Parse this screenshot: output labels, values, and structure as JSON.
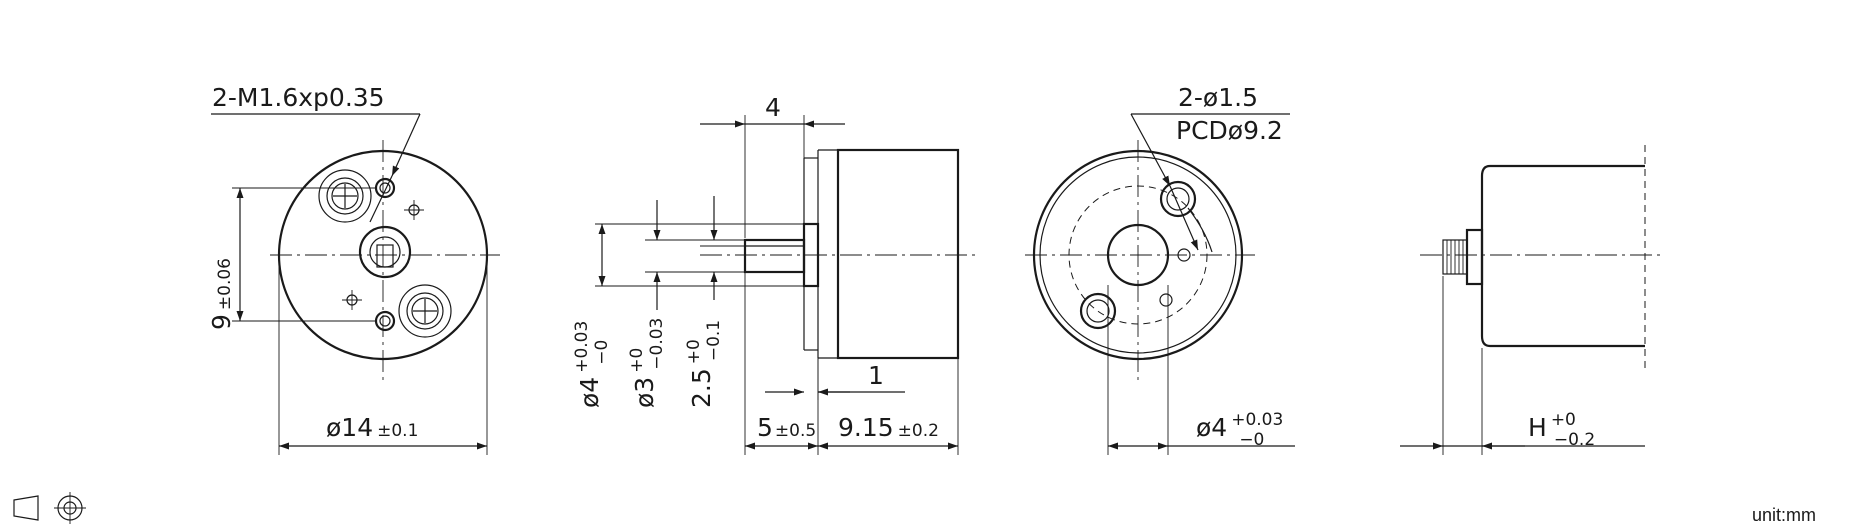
{
  "views": {
    "front": {
      "thread_callout": "2-M1.6xp0.35",
      "height_value": "9",
      "height_tol": "±0.06",
      "diameter_value": "ø14",
      "diameter_tol": "±0.1"
    },
    "side": {
      "top_dim": "4",
      "shaft_offset": "1",
      "d1_value": "ø4",
      "d1_tol_upper": "+0.03",
      "d1_tol_lower": "−0",
      "d2_value": "ø3",
      "d2_tol_upper": "+0",
      "d2_tol_lower": "−0.03",
      "d3_value": "2.5",
      "d3_tol_upper": "+0",
      "d3_tol_lower": "−0.1",
      "len1_value": "5",
      "len1_tol": "±0.5",
      "len2_value": "9.15",
      "len2_tol": "±0.2"
    },
    "rear": {
      "holes_callout": "2-ø1.5",
      "pcd_callout": "PCDø9.2",
      "diameter_value": "ø4",
      "diameter_tol_upper": "+0.03",
      "diameter_tol_lower": "−0"
    },
    "profile": {
      "h_value": "H",
      "h_tol_upper": "+0",
      "h_tol_lower": "−0.2"
    }
  },
  "projection_symbol": "third-angle-projection-icon",
  "unit_note": "unit:mm"
}
